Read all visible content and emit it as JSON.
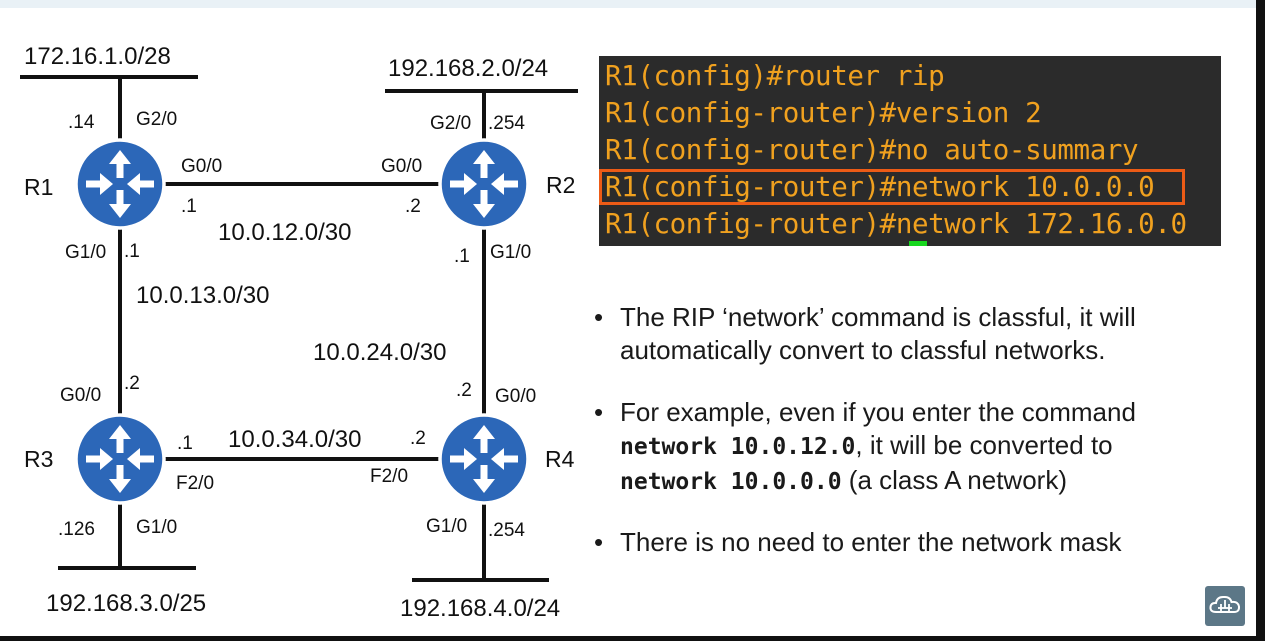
{
  "topology": {
    "routers": [
      {
        "name": "R1"
      },
      {
        "name": "R2"
      },
      {
        "name": "R3"
      },
      {
        "name": "R4"
      }
    ],
    "networks": {
      "lan_r1": "172.16.1.0/28",
      "lan_r2": "192.168.2.0/24",
      "lan_r3": "192.168.3.0/25",
      "lan_r4": "192.168.4.0/24",
      "link_r1_r2": "10.0.12.0/30",
      "link_r1_r3": "10.0.13.0/30",
      "link_r2_r4": "10.0.24.0/30",
      "link_r3_r4": "10.0.34.0/30"
    },
    "interfaces": {
      "r1_g2_0": "G2/0",
      "r1_g2_0_ip": ".14",
      "r1_g0_0": "G0/0",
      "r1_g0_0_ip": ".1",
      "r1_g1_0": "G1/0",
      "r1_g1_0_ip": ".1",
      "r2_g2_0": "G2/0",
      "r2_g2_0_ip": ".254",
      "r2_g0_0": "G0/0",
      "r2_g0_0_ip": ".2",
      "r2_g1_0": "G1/0",
      "r2_g1_0_ip": ".1",
      "r3_g0_0": "G0/0",
      "r3_g0_0_ip": ".2",
      "r3_f2_0": "F2/0",
      "r3_f2_0_ip": ".1",
      "r3_g1_0": "G1/0",
      "r3_g1_0_ip": ".126",
      "r4_g0_0": "G0/0",
      "r4_g0_0_ip": ".2",
      "r4_f2_0": "F2/0",
      "r4_f2_0_ip": ".2",
      "r4_g1_0": "G1/0",
      "r4_g1_0_ip": ".254"
    }
  },
  "terminal": {
    "lines": [
      "R1(config)#router rip",
      "R1(config-router)#version 2",
      "R1(config-router)#no auto-summary",
      "R1(config-router)#network 10.0.0.0",
      "R1(config-router)#network 172.16.0.0"
    ]
  },
  "bullets": [
    {
      "text": "The RIP ‘network’ command is classful, it will automatically convert to classful networks."
    },
    {
      "text_a": "For example, even if you enter the command",
      "cmd1": "network 10.0.12.0",
      "text_b": ", it will be converted to",
      "cmd2": "network 10.0.0.0",
      "text_c": " (a class A network)"
    },
    {
      "text": "There is no need to enter the network mask"
    }
  ],
  "colors": {
    "router_fill": "#2c67b8",
    "terminal_bg": "#2b2b2b",
    "terminal_text": "#f0a11f",
    "highlight": "#ec5b16",
    "cursor": "#17d71e"
  },
  "icons": {
    "router": "router-arrows-icon",
    "corner_button": "cloud-network-icon"
  }
}
